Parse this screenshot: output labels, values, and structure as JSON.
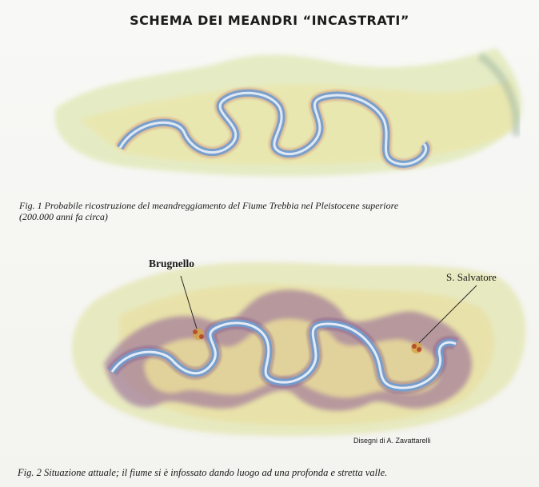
{
  "title": "SCHEMA DEI MEANDRI “INCASTRATI”",
  "figure1": {
    "caption_line1": "Fig. 1  Probabile ricostruzione del meandreggiamento del Fiume Trebbia nel Pleistocene superiore",
    "caption_line2": "(200.000 anni fa circa)"
  },
  "figure2": {
    "label_left": "Brugnello",
    "label_right": "S. Salvatore",
    "credit": "Disegni di A. Zavattarelli",
    "caption": "Fig. 2  Situazione attuale; il fiume si è infossato dando luogo ad una profonda e stretta valle."
  },
  "colors": {
    "river_blue": "#6f9ccf",
    "bank_purple": "#7a4d8a",
    "meadow_green": "#b8cf7a",
    "meadow_yellow": "#e8dc8a"
  }
}
